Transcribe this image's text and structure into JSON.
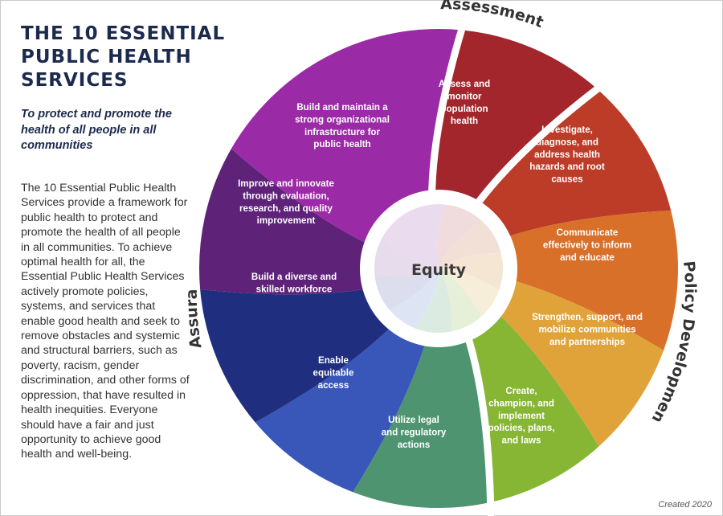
{
  "title": "THE 10 ESSENTIAL\nPUBLIC HEALTH\nSERVICES",
  "tagline": "To protect and promote the health of all people in all communities",
  "description": "The 10 Essential Public Health Services provide a framework for public health to protect and promote the health of all people in all communities. To achieve optimal health for all, the Essential Public Health Services actively promote policies, systems, and services that enable good health and seek to remove obstacles and systemic and structural barriers, such as poverty, racism, gender discrimination, and other forms of oppression, that have resulted in health inequities. Everyone should have a fair and just opportunity to achieve good health and well-being.",
  "footer": "Created 2020",
  "center_label": "Equity",
  "ring_labels": {
    "assessment": "Assessment",
    "policy": "Policy Development",
    "assurance": "Assurance"
  },
  "services": [
    {
      "lines": [
        "Assess and",
        "monitor",
        "population",
        "health"
      ],
      "color": "#a2262c"
    },
    {
      "lines": [
        "Investigate,",
        "diagnose, and",
        "address health",
        "hazards and root",
        "causes"
      ],
      "color": "#bd3c28"
    },
    {
      "lines": [
        "Communicate",
        "effectively to inform",
        "and educate"
      ],
      "color": "#d8702a"
    },
    {
      "lines": [
        "Strengthen, support, and",
        "mobilize communities",
        "and partnerships"
      ],
      "color": "#e0a33a"
    },
    {
      "lines": [
        "Create,",
        "champion, and",
        "implement",
        "policies, plans,",
        "and laws"
      ],
      "color": "#87b534"
    },
    {
      "lines": [
        "Utilize legal",
        "and regulatory",
        "actions"
      ],
      "color": "#4e9470"
    },
    {
      "lines": [
        "Enable",
        "equitable",
        "access"
      ],
      "color": "#3857b8"
    },
    {
      "lines": [
        "Build a diverse and",
        "skilled workforce"
      ],
      "color": "#1f2e7e"
    },
    {
      "lines": [
        "Improve and innovate",
        "through evaluation,",
        "research, and quality",
        "improvement"
      ],
      "color": "#5e2379"
    },
    {
      "lines": [
        "Build and maintain a",
        "strong organizational",
        "infrastructure for",
        "public health"
      ],
      "color": "#9b2aa6"
    }
  ]
}
